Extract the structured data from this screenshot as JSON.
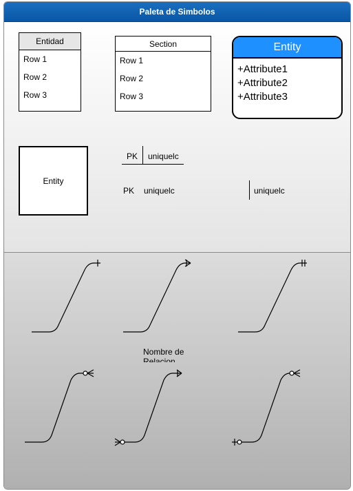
{
  "window": {
    "title": "Paleta de Simbolos"
  },
  "palette": {
    "table_entidad": {
      "header": "Entidad",
      "rows": [
        "Row 1",
        "Row 2",
        "Row 3"
      ]
    },
    "table_section": {
      "header": "Section",
      "rows": [
        "Row 1",
        "Row 2",
        "Row 3"
      ]
    },
    "entity_attributes": {
      "header": "Entity",
      "attributes": [
        "+Attribute1",
        "+Attribute2",
        "+Attribute3"
      ]
    },
    "entity_box": {
      "label": "Entity"
    },
    "pk_row_underlined": {
      "key": "PK",
      "field": "uniquelc"
    },
    "pk_row_plain": {
      "key": "PK",
      "field": "uniquelc"
    },
    "field_row_separated": {
      "field": "uniquelc"
    }
  },
  "relations": {
    "label": "Nombre de Relacion",
    "accent": "#000000"
  }
}
